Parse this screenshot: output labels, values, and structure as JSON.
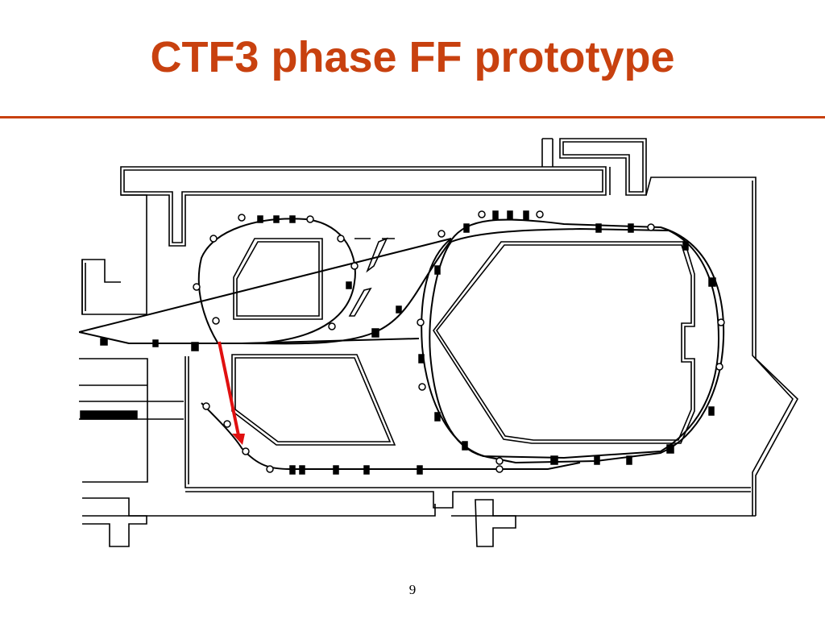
{
  "slide": {
    "title": "CTF3 phase FF prototype",
    "page_number": "9"
  },
  "colors": {
    "title": "#c8410f",
    "rule": "#c8410f",
    "drawing": "#000000",
    "arrow": "#e01010"
  },
  "diagram": {
    "description_icons": [
      "building-wall-outline",
      "beamline",
      "beam-element-marker",
      "red-arrow"
    ]
  }
}
